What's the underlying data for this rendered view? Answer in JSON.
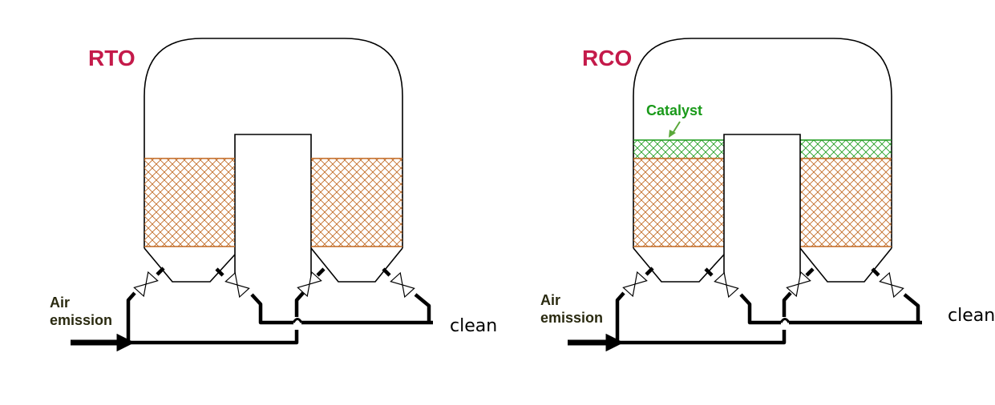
{
  "colors": {
    "title": "#c41a4a",
    "media": "#c0661e",
    "catalyst": "#1a9a1a",
    "line": "#000000",
    "label": "#2a2a10"
  },
  "rto": {
    "title": "RTO",
    "inlet_label_1": "Air",
    "inlet_label_2": "emission",
    "outlet_label": "clean"
  },
  "rco": {
    "title": "RCO",
    "catalyst_label": "Catalyst",
    "inlet_label_1": "Air",
    "inlet_label_2": "emission",
    "outlet_label": "clean"
  }
}
